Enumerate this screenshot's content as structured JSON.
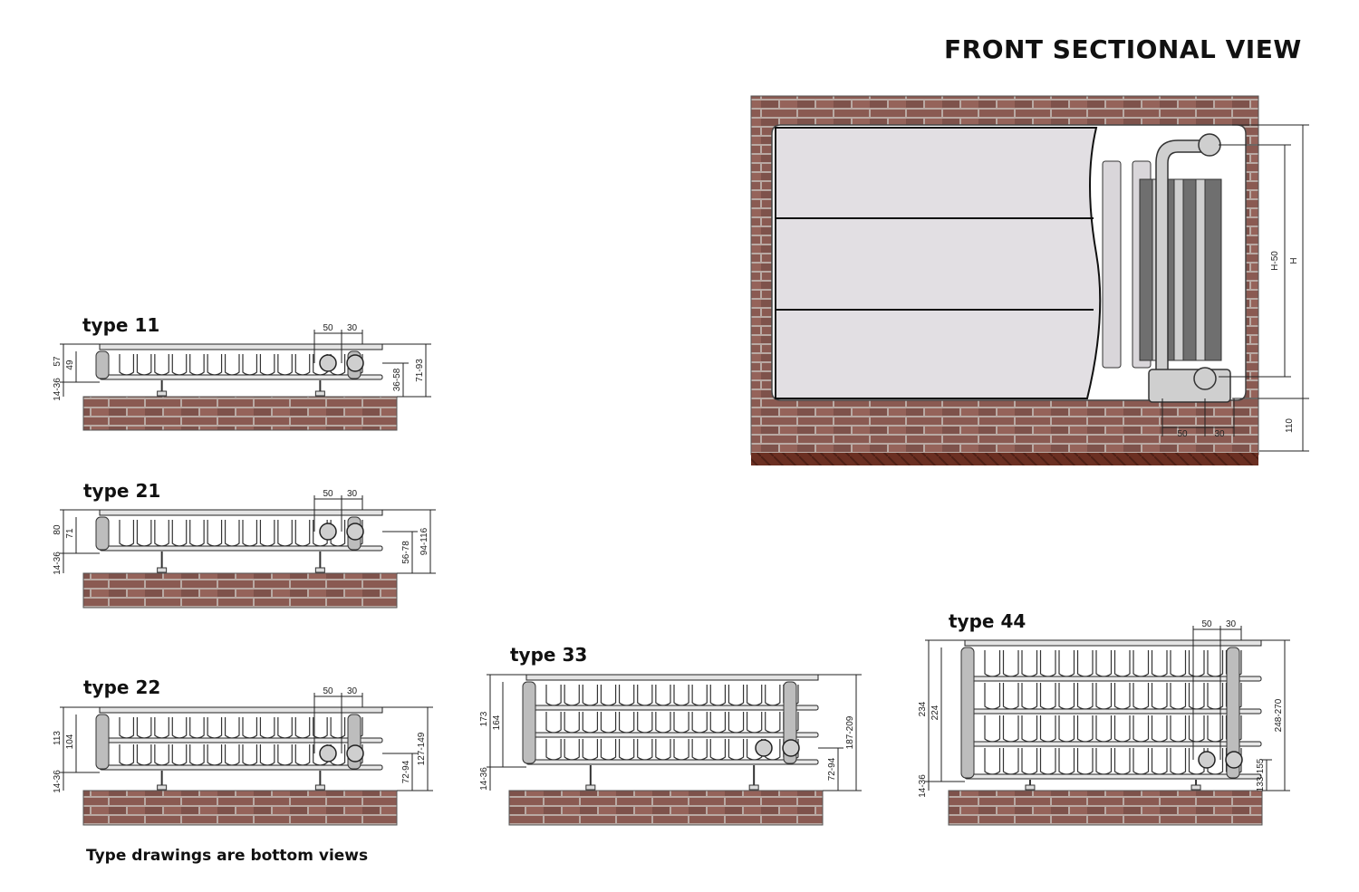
{
  "title": "FRONT SECTIONAL VIEW",
  "note": "Type drawings are bottom views",
  "front_view": {
    "dims": {
      "h_minus_50": "H-50",
      "h": "H",
      "bottom": "110",
      "d50": "50",
      "d30": "30"
    }
  },
  "types": [
    {
      "id": "t11",
      "label": "type 11",
      "rows": 1,
      "dims": {
        "top_50": "50",
        "top_30": "30",
        "h_outer": "57",
        "h_inner": "49",
        "feet": "14-36",
        "conn_a": "36-58",
        "conn_b": "71-93"
      }
    },
    {
      "id": "t21",
      "label": "type 21",
      "rows": 1,
      "dims": {
        "top_50": "50",
        "top_30": "30",
        "h_outer": "80",
        "h_inner": "71",
        "feet": "14-36",
        "conn_a": "56-78",
        "conn_b": "94-116"
      }
    },
    {
      "id": "t22",
      "label": "type 22",
      "rows": 2,
      "dims": {
        "top_50": "50",
        "top_30": "30",
        "h_outer": "113",
        "h_inner": "104",
        "feet": "14-36",
        "conn_a": "72-94",
        "conn_b": "127-149"
      }
    },
    {
      "id": "t33",
      "label": "type 33",
      "rows": 3,
      "dims": {
        "h_outer": "173",
        "h_inner": "164",
        "feet": "14-36",
        "conn_a": "72-94",
        "conn_b": "187-209"
      }
    },
    {
      "id": "t44",
      "label": "type 44",
      "rows": 4,
      "dims": {
        "top_50": "50",
        "top_30": "30",
        "h_outer": "234",
        "h_inner": "224",
        "feet": "14-36",
        "conn_a": "133-155",
        "conn_b": "248-270"
      }
    }
  ],
  "colors": {
    "brick": "#8a5a52",
    "brick_mortar": "#b9a9a3",
    "floor": "#6b2f22",
    "panel": "#e2dfe3",
    "radiator": "#777777"
  }
}
